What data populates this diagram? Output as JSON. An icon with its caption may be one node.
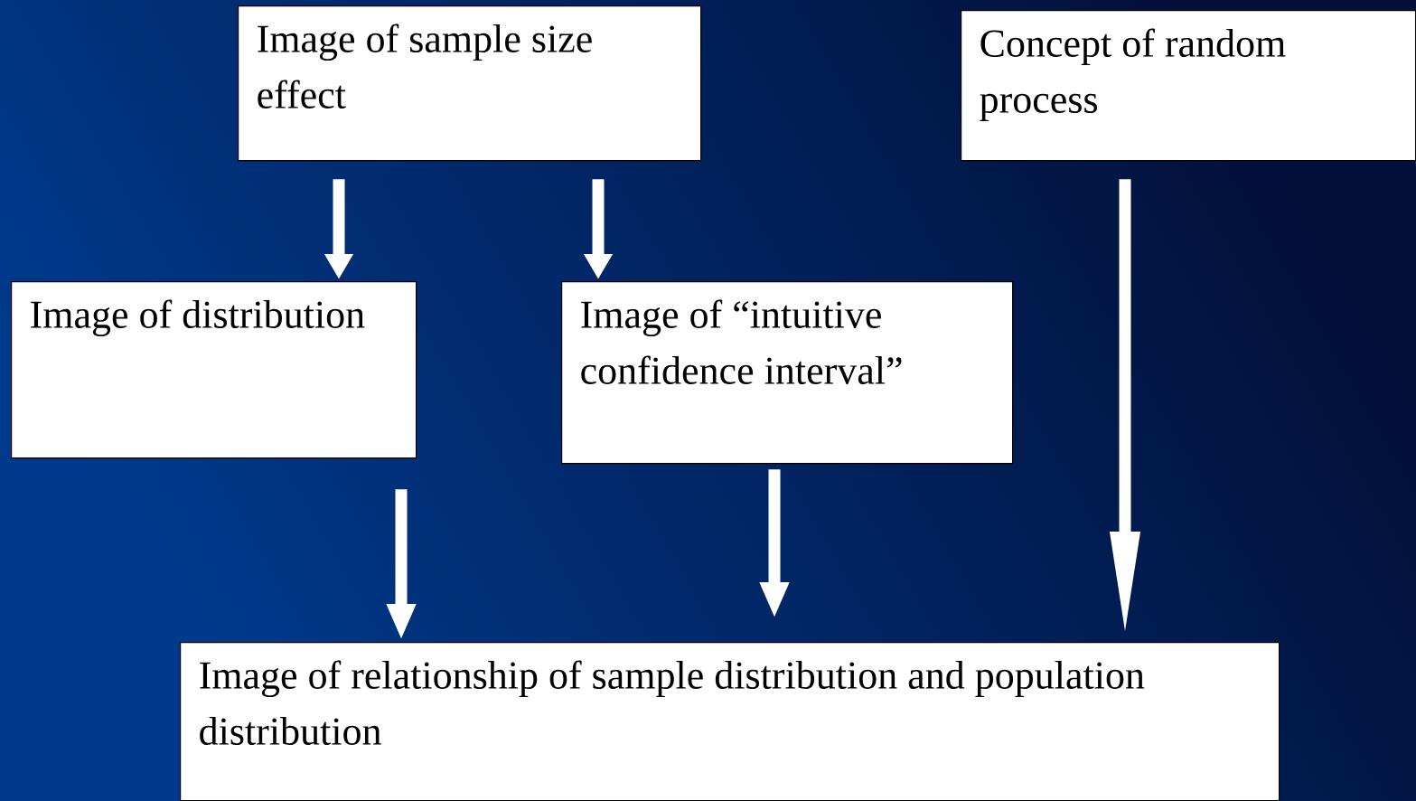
{
  "diagram": {
    "nodes": [
      {
        "text": [
          "Image of sample size effect"
        ]
      },
      {
        "text": [
          "Concept of random process"
        ]
      },
      {
        "text": [
          "Image of distribution"
        ]
      },
      {
        "text": [
          "Image of “intuitive confidence interval”"
        ]
      },
      {
        "text": [
          "Image of relationship of sample distribution and population distribution"
        ]
      }
    ],
    "edges": [
      {
        "from": 0,
        "to": 2,
        "arrow": "to"
      },
      {
        "from": 0,
        "to": 3,
        "arrow": "to"
      },
      {
        "from": 2,
        "to": 4,
        "arrow": "to"
      },
      {
        "from": 3,
        "to": 4,
        "arrow": "to"
      },
      {
        "from": 1,
        "to": 4,
        "arrow": "to"
      }
    ]
  }
}
